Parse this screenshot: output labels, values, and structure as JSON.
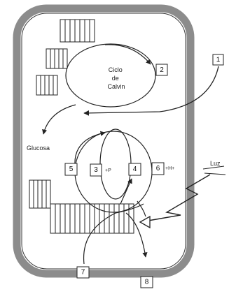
{
  "diagram": {
    "calvin_cycle": {
      "line1": "Ciclo",
      "line2": "de",
      "line3": "Calvin"
    },
    "glucose_label": "Glucosa",
    "light_label": "Luz",
    "hp_label_3": "+P",
    "hp_label_5": "+H+",
    "boxes": [
      "1",
      "2",
      "3",
      "4",
      "5",
      "6",
      "7",
      "8"
    ]
  }
}
